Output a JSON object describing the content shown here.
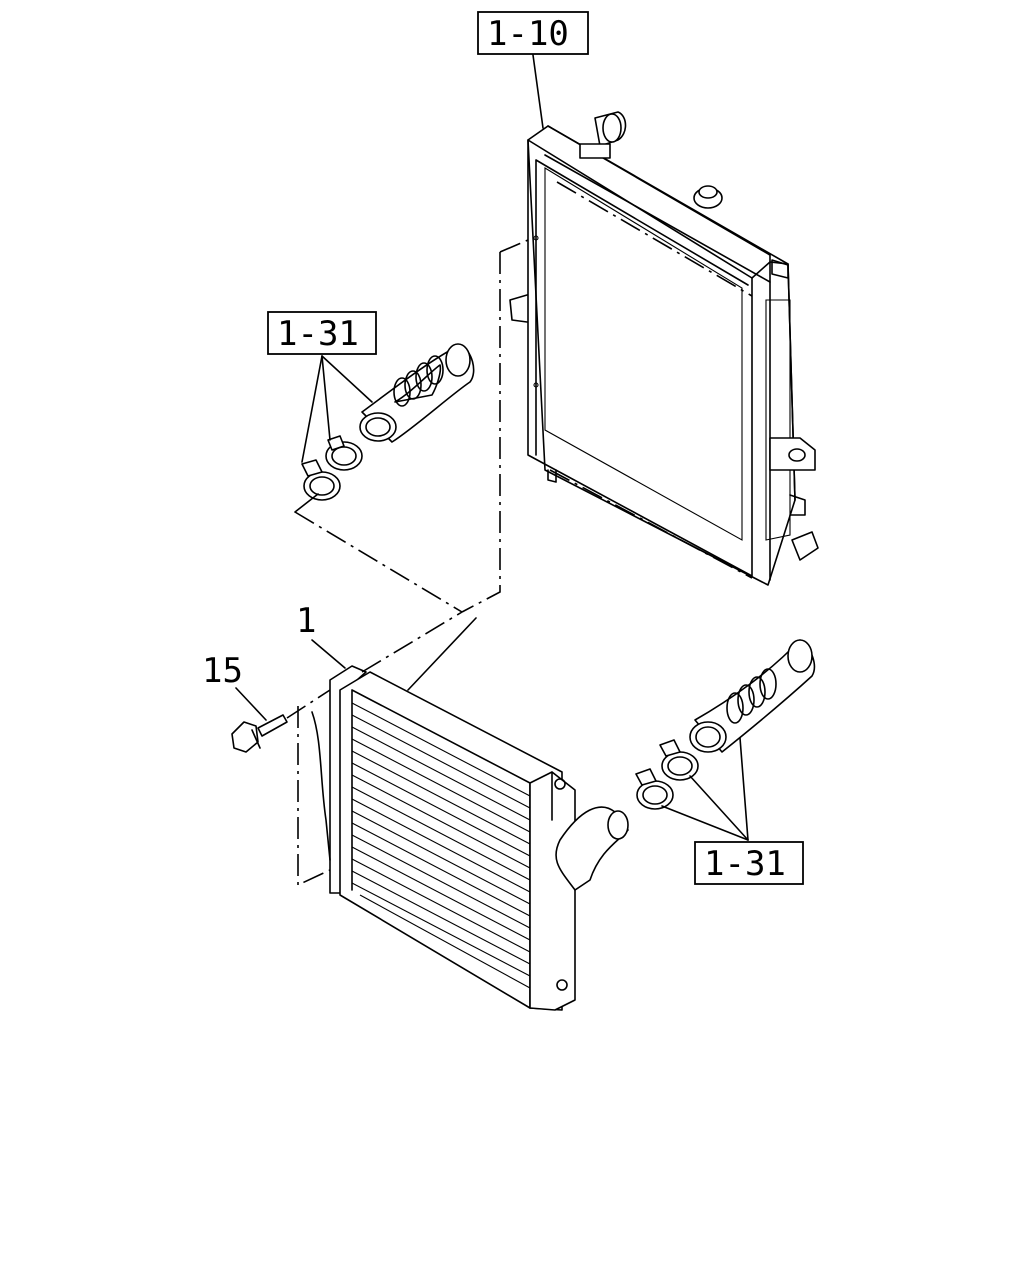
{
  "labels": {
    "ref_radiator": "1-10",
    "ref_hose_upper": "1-31",
    "ref_hose_lower": "1-31",
    "part_intercooler": "1",
    "part_bolt": "15"
  }
}
